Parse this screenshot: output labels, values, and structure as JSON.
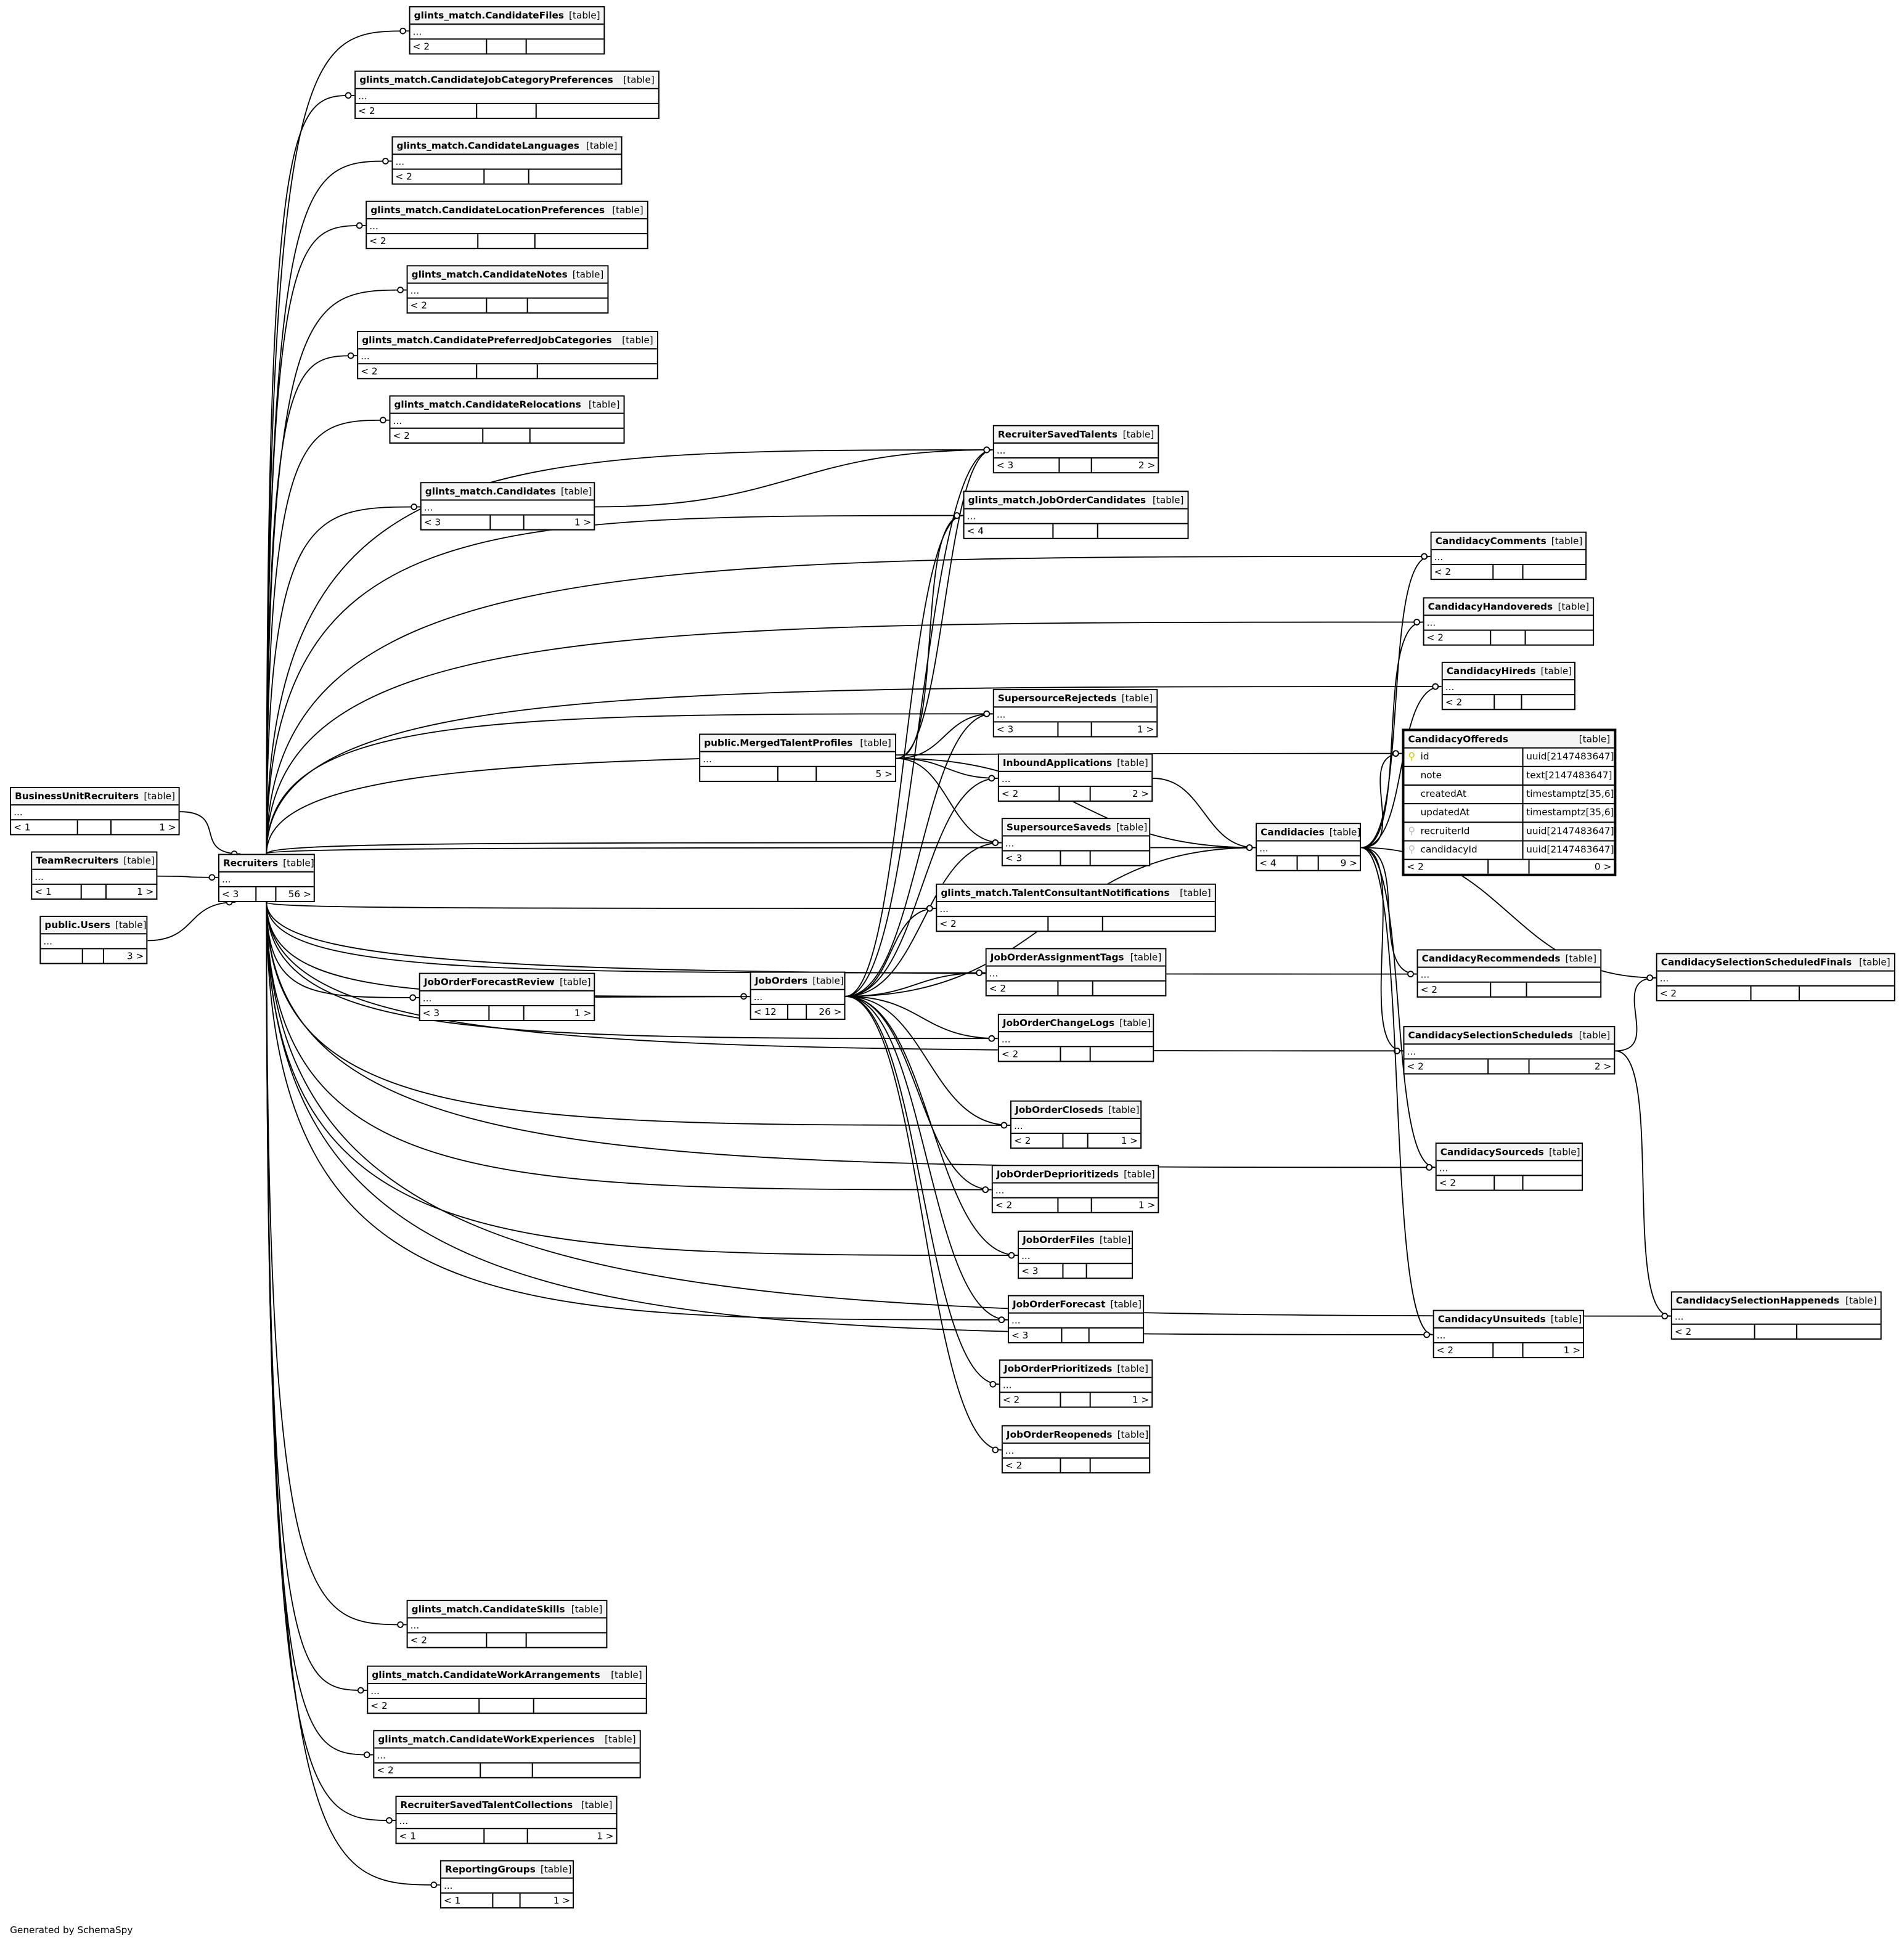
{
  "type_label": "[table]",
  "ellipsis": "...",
  "footer_credit": "Generated by SchemaSpy",
  "tables": [
    {
      "id": "cfiles",
      "name": "glints_match.CandidateFiles",
      "footer": [
        "< 2",
        "",
        ""
      ]
    },
    {
      "id": "cjcp",
      "name": "glints_match.CandidateJobCategoryPreferences",
      "footer": [
        "< 2",
        "",
        ""
      ]
    },
    {
      "id": "clang",
      "name": "glints_match.CandidateLanguages",
      "footer": [
        "< 2",
        "",
        ""
      ]
    },
    {
      "id": "cloc",
      "name": "glints_match.CandidateLocationPreferences",
      "footer": [
        "< 2",
        "",
        ""
      ]
    },
    {
      "id": "cnotes",
      "name": "glints_match.CandidateNotes",
      "footer": [
        "< 2",
        "",
        ""
      ]
    },
    {
      "id": "cpjc",
      "name": "glints_match.CandidatePreferredJobCategories",
      "footer": [
        "< 2",
        "",
        ""
      ]
    },
    {
      "id": "creloc",
      "name": "glints_match.CandidateRelocations",
      "footer": [
        "< 2",
        "",
        ""
      ]
    },
    {
      "id": "cands",
      "name": "glints_match.Candidates",
      "footer": [
        "< 3",
        "",
        "1 >"
      ]
    },
    {
      "id": "rst",
      "name": "RecruiterSavedTalents",
      "footer": [
        "< 3",
        "",
        "2 >"
      ]
    },
    {
      "id": "joc",
      "name": "glints_match.JobOrderCandidates",
      "footer": [
        "< 4",
        "",
        ""
      ]
    },
    {
      "id": "ccom",
      "name": "CandidacyComments",
      "footer": [
        "< 2",
        "",
        ""
      ]
    },
    {
      "id": "chand",
      "name": "CandidacyHandovereds",
      "footer": [
        "< 2",
        "",
        ""
      ]
    },
    {
      "id": "chire",
      "name": "CandidacyHireds",
      "footer": [
        "< 2",
        "",
        ""
      ]
    },
    {
      "id": "coff",
      "name": "CandidacyOffereds",
      "footer": [
        "< 2",
        "",
        "0 >"
      ],
      "focus": true,
      "columns": [
        {
          "name": "id",
          "type": "uuid[2147483647]",
          "key": "primary"
        },
        {
          "name": "note",
          "type": "text[2147483647]",
          "key": ""
        },
        {
          "name": "createdAt",
          "type": "timestamptz[35,6]",
          "key": ""
        },
        {
          "name": "updatedAt",
          "type": "timestamptz[35,6]",
          "key": ""
        },
        {
          "name": "recruiterId",
          "type": "uuid[2147483647]",
          "key": "foreign"
        },
        {
          "name": "candidacyId",
          "type": "uuid[2147483647]",
          "key": "foreign"
        }
      ]
    },
    {
      "id": "ssrej",
      "name": "SupersourceRejecteds",
      "footer": [
        "< 3",
        "",
        "1 >"
      ]
    },
    {
      "id": "mtp",
      "name": "public.MergedTalentProfiles",
      "footer": [
        "",
        "",
        "5 >"
      ]
    },
    {
      "id": "inb",
      "name": "InboundApplications",
      "footer": [
        "< 2",
        "",
        "2 >"
      ]
    },
    {
      "id": "sssav",
      "name": "SupersourceSaveds",
      "footer": [
        "< 3",
        "",
        ""
      ]
    },
    {
      "id": "cdc",
      "name": "Candidacies",
      "footer": [
        "< 4",
        "",
        "9 >"
      ]
    },
    {
      "id": "tcn",
      "name": "glints_match.TalentConsultantNotifications",
      "footer": [
        "< 2",
        "",
        ""
      ]
    },
    {
      "id": "joat",
      "name": "JobOrderAssignmentTags",
      "footer": [
        "< 2",
        "",
        ""
      ]
    },
    {
      "id": "crec",
      "name": "CandidacyRecommendeds",
      "footer": [
        "< 2",
        "",
        ""
      ]
    },
    {
      "id": "cssf",
      "name": "CandidacySelectionScheduledFinals",
      "footer": [
        "< 2",
        "",
        ""
      ]
    },
    {
      "id": "jofr",
      "name": "JobOrderForecastReview",
      "footer": [
        "< 3",
        "",
        "1 >"
      ]
    },
    {
      "id": "jo",
      "name": "JobOrders",
      "footer": [
        "< 12",
        "",
        "26 >"
      ]
    },
    {
      "id": "jocl",
      "name": "JobOrderChangeLogs",
      "footer": [
        "< 2",
        "",
        ""
      ]
    },
    {
      "id": "css",
      "name": "CandidacySelectionScheduleds",
      "footer": [
        "< 2",
        "",
        "2 >"
      ]
    },
    {
      "id": "joclo",
      "name": "JobOrderCloseds",
      "footer": [
        "< 2",
        "",
        "1 >"
      ]
    },
    {
      "id": "csrc",
      "name": "CandidacySourceds",
      "footer": [
        "< 2",
        "",
        ""
      ]
    },
    {
      "id": "jodep",
      "name": "JobOrderDeprioritizeds",
      "footer": [
        "< 2",
        "",
        "1 >"
      ]
    },
    {
      "id": "jof",
      "name": "JobOrderFiles",
      "footer": [
        "< 3",
        "",
        ""
      ]
    },
    {
      "id": "csh",
      "name": "CandidacySelectionHappeneds",
      "footer": [
        "< 2",
        "",
        ""
      ]
    },
    {
      "id": "jofc",
      "name": "JobOrderForecast",
      "footer": [
        "< 3",
        "",
        ""
      ]
    },
    {
      "id": "cuns",
      "name": "CandidacyUnsuiteds",
      "footer": [
        "< 2",
        "",
        "1 >"
      ]
    },
    {
      "id": "jopri",
      "name": "JobOrderPrioritizeds",
      "footer": [
        "< 2",
        "",
        "1 >"
      ]
    },
    {
      "id": "joreo",
      "name": "JobOrderReopeneds",
      "footer": [
        "< 2",
        "",
        ""
      ]
    },
    {
      "id": "cskill",
      "name": "glints_match.CandidateSkills",
      "footer": [
        "< 2",
        "",
        ""
      ]
    },
    {
      "id": "cwa",
      "name": "glints_match.CandidateWorkArrangements",
      "footer": [
        "< 2",
        "",
        ""
      ]
    },
    {
      "id": "cwe",
      "name": "glints_match.CandidateWorkExperiences",
      "footer": [
        "< 2",
        "",
        ""
      ]
    },
    {
      "id": "rstc",
      "name": "RecruiterSavedTalentCollections",
      "footer": [
        "< 1",
        "",
        "1 >"
      ]
    },
    {
      "id": "rg",
      "name": "ReportingGroups",
      "footer": [
        "< 1",
        "",
        "1 >"
      ]
    },
    {
      "id": "bur",
      "name": "BusinessUnitRecruiters",
      "footer": [
        "< 1",
        "",
        "1 >"
      ]
    },
    {
      "id": "tr",
      "name": "TeamRecruiters",
      "footer": [
        "< 1",
        "",
        "1 >"
      ]
    },
    {
      "id": "users",
      "name": "public.Users",
      "footer": [
        "",
        "",
        "3 >"
      ]
    },
    {
      "id": "rec",
      "name": "Recruiters",
      "footer": [
        "< 3",
        "",
        "56 >"
      ]
    }
  ]
}
